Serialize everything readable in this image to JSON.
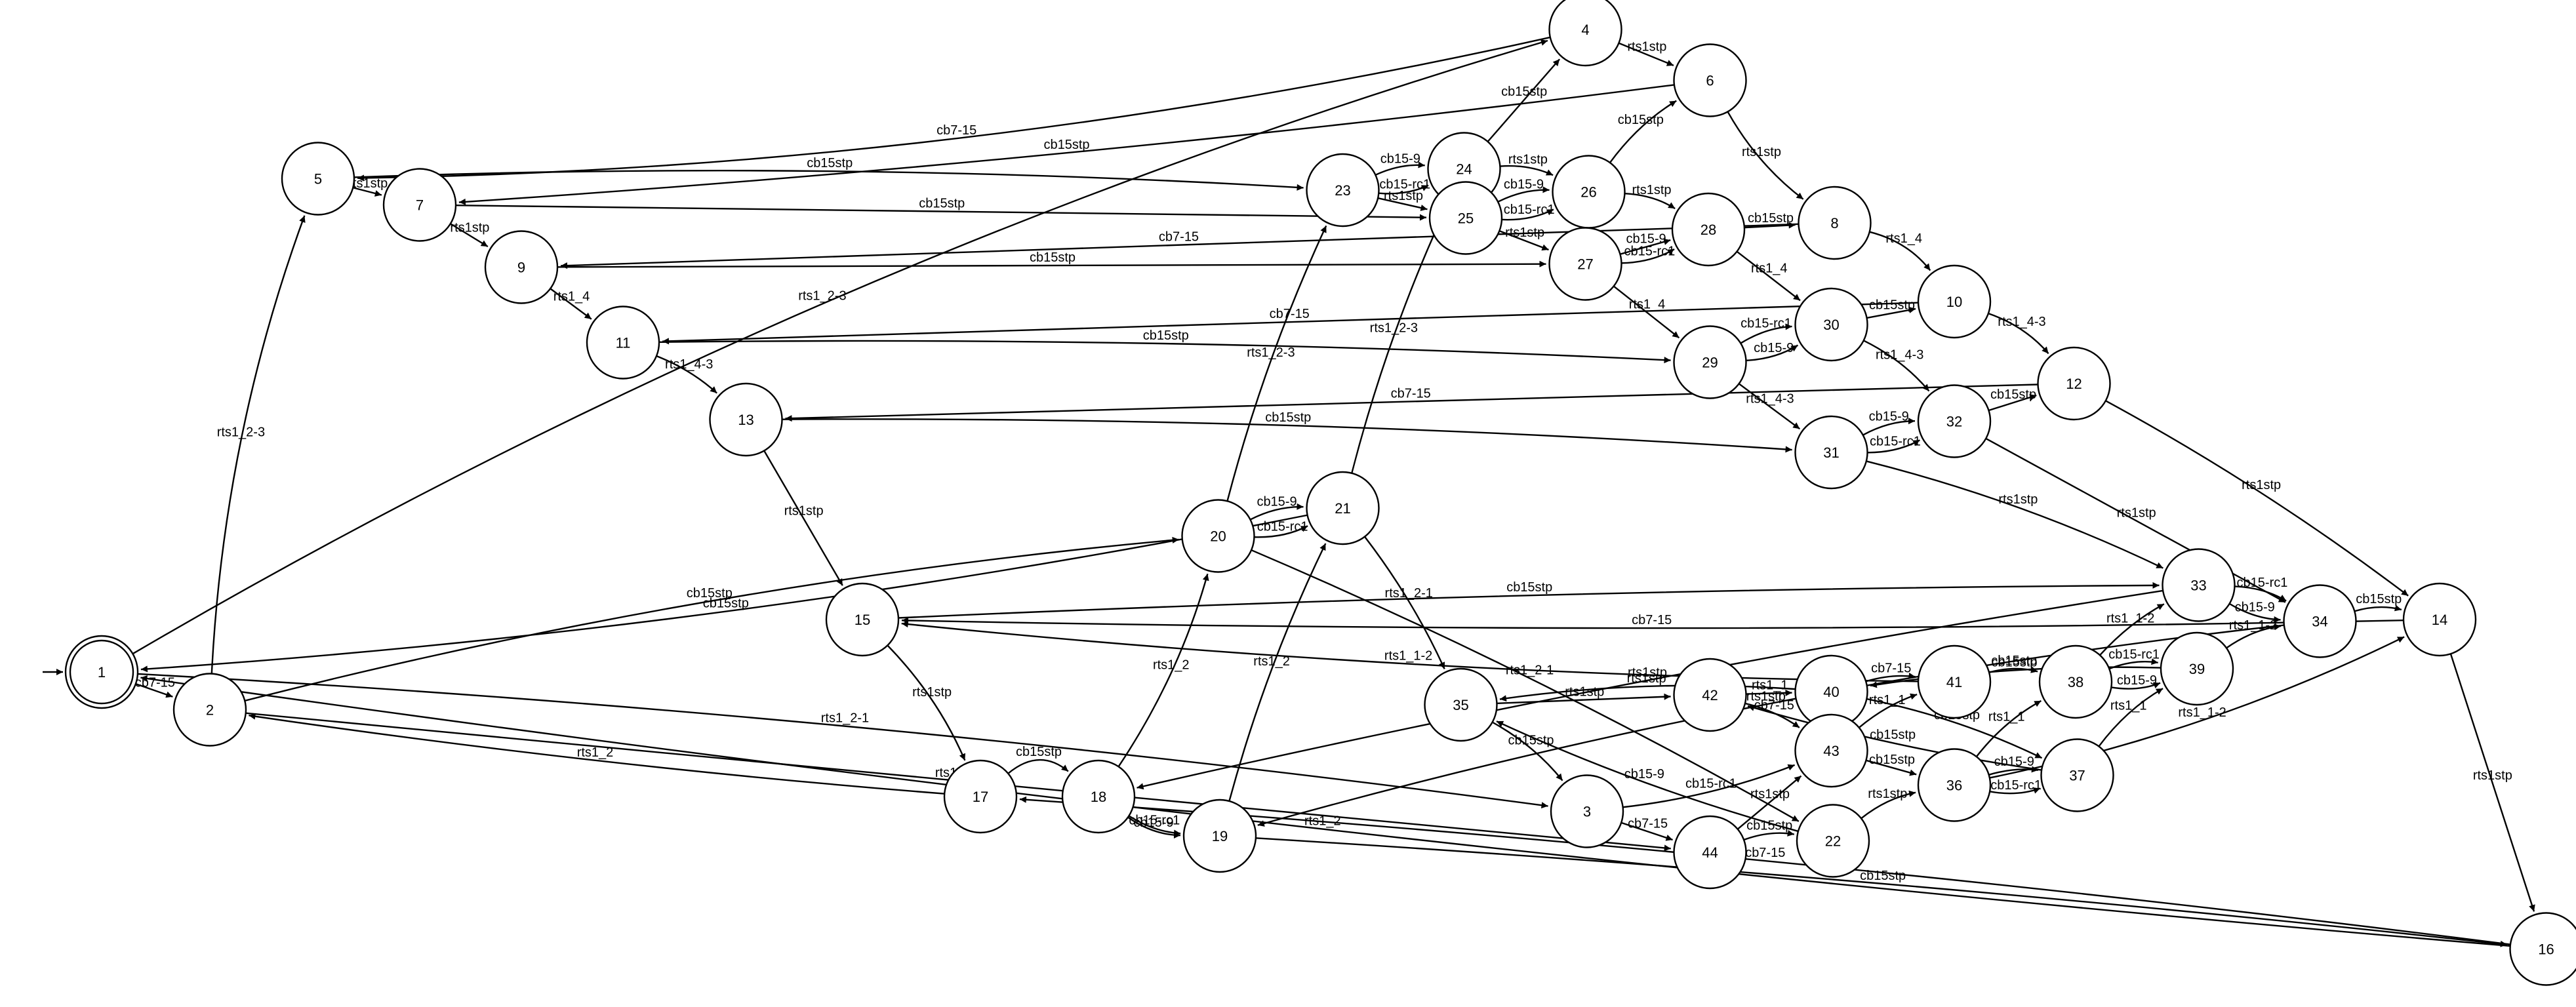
{
  "nodes": [
    "1",
    "2",
    "3",
    "4",
    "5",
    "6",
    "7",
    "8",
    "9",
    "10",
    "11",
    "12",
    "13",
    "14",
    "15",
    "16",
    "17",
    "18",
    "19",
    "20",
    "21",
    "22",
    "23",
    "24",
    "25",
    "26",
    "27",
    "28",
    "29",
    "30",
    "31",
    "32",
    "33",
    "34",
    "35",
    "36",
    "37",
    "38",
    "39",
    "40",
    "41",
    "42",
    "43",
    "44"
  ],
  "initial_state": "1",
  "final_states": [
    "1"
  ],
  "edges": [
    {
      "from": "1",
      "to": "2",
      "label": "cb7-15"
    },
    {
      "from": "1",
      "to": "4",
      "label": "rts1_2-3"
    },
    {
      "from": "1",
      "to": "3",
      "label": "rts1_2-1"
    },
    {
      "from": "2",
      "to": "5",
      "label": "rts1_2-3"
    },
    {
      "from": "2",
      "to": "20",
      "label": "cb15stp"
    },
    {
      "from": "2",
      "to": "44",
      "label": "rts1_2-1"
    },
    {
      "from": "4",
      "to": "5",
      "label": "cb7-15"
    },
    {
      "from": "4",
      "to": "6",
      "label": "rts1stp"
    },
    {
      "from": "5",
      "to": "7",
      "label": "rts1stp"
    },
    {
      "from": "5",
      "to": "23",
      "label": "cb15stp"
    },
    {
      "from": "6",
      "to": "7",
      "label": "cb15stp"
    },
    {
      "from": "6",
      "to": "8",
      "label": "rts1stp"
    },
    {
      "from": "7",
      "to": "9",
      "label": "rts1stp"
    },
    {
      "from": "7",
      "to": "25",
      "label": "cb15stp"
    },
    {
      "from": "8",
      "to": "9",
      "label": "cb7-15"
    },
    {
      "from": "8",
      "to": "10",
      "label": "rts1_4"
    },
    {
      "from": "9",
      "to": "11",
      "label": "rts1_4"
    },
    {
      "from": "9",
      "to": "27",
      "label": "cb15stp"
    },
    {
      "from": "10",
      "to": "11",
      "label": "cb7-15"
    },
    {
      "from": "10",
      "to": "12",
      "label": "rts1_4-3"
    },
    {
      "from": "11",
      "to": "13",
      "label": "rts1_4-3"
    },
    {
      "from": "11",
      "to": "29",
      "label": "cb15stp"
    },
    {
      "from": "12",
      "to": "13",
      "label": "cb7-15"
    },
    {
      "from": "12",
      "to": "14",
      "label": "rts1stp"
    },
    {
      "from": "13",
      "to": "15",
      "label": "rts1stp"
    },
    {
      "from": "13",
      "to": "31",
      "label": "cb15stp"
    },
    {
      "from": "14",
      "to": "15",
      "label": "cb7-15"
    },
    {
      "from": "14",
      "to": "16",
      "label": "rts1stp"
    },
    {
      "from": "15",
      "to": "17",
      "label": "rts1stp"
    },
    {
      "from": "15",
      "to": "33",
      "label": "cb15stp"
    },
    {
      "from": "16",
      "to": "17",
      "label": "cb7-15"
    },
    {
      "from": "16",
      "to": "1",
      "label": "rts1_2"
    },
    {
      "from": "17",
      "to": "2",
      "label": "rts1_2"
    },
    {
      "from": "17",
      "to": "18",
      "label": "cb15stp"
    },
    {
      "from": "18",
      "to": "19",
      "label": "cb15-9"
    },
    {
      "from": "18",
      "to": "19",
      "label": "cb15-rc1"
    },
    {
      "from": "18",
      "to": "20",
      "label": "rts1_2"
    },
    {
      "from": "19",
      "to": "21",
      "label": "rts1_2"
    },
    {
      "from": "19",
      "to": "16",
      "label": "cb15stp"
    },
    {
      "from": "20",
      "to": "21",
      "label": "cb15-9"
    },
    {
      "from": "20",
      "to": "21",
      "label": "cb15-rc1"
    },
    {
      "from": "20",
      "to": "23",
      "label": "rts1_2-3"
    },
    {
      "from": "20",
      "to": "22",
      "label": "rts1_2-1"
    },
    {
      "from": "21",
      "to": "1",
      "label": "cb15stp"
    },
    {
      "from": "21",
      "to": "24",
      "label": "rts1_2-3"
    },
    {
      "from": "21",
      "to": "35",
      "label": "rts1_2-1"
    },
    {
      "from": "22",
      "to": "35",
      "label": "cb15-9"
    },
    {
      "from": "22",
      "to": "36",
      "label": "rts1stp"
    },
    {
      "from": "23",
      "to": "24",
      "label": "cb15-9"
    },
    {
      "from": "23",
      "to": "24",
      "label": "cb15-rc1"
    },
    {
      "from": "23",
      "to": "25",
      "label": "rts1stp"
    },
    {
      "from": "24",
      "to": "4",
      "label": "cb15stp"
    },
    {
      "from": "24",
      "to": "26",
      "label": "rts1stp"
    },
    {
      "from": "25",
      "to": "26",
      "label": "cb15-9"
    },
    {
      "from": "25",
      "to": "26",
      "label": "cb15-rc1"
    },
    {
      "from": "25",
      "to": "27",
      "label": "rts1stp"
    },
    {
      "from": "26",
      "to": "6",
      "label": "cb15stp"
    },
    {
      "from": "26",
      "to": "28",
      "label": "rts1stp"
    },
    {
      "from": "27",
      "to": "28",
      "label": "cb15-rc1"
    },
    {
      "from": "27",
      "to": "28",
      "label": "cb15-9"
    },
    {
      "from": "27",
      "to": "29",
      "label": "rts1_4"
    },
    {
      "from": "28",
      "to": "8",
      "label": "cb15stp"
    },
    {
      "from": "28",
      "to": "30",
      "label": "rts1_4"
    },
    {
      "from": "29",
      "to": "30",
      "label": "cb15-rc1"
    },
    {
      "from": "29",
      "to": "30",
      "label": "cb15-9"
    },
    {
      "from": "29",
      "to": "31",
      "label": "rts1_4-3"
    },
    {
      "from": "30",
      "to": "10",
      "label": "cb15stp"
    },
    {
      "from": "30",
      "to": "32",
      "label": "rts1_4-3"
    },
    {
      "from": "31",
      "to": "32",
      "label": "cb15-9"
    },
    {
      "from": "31",
      "to": "32",
      "label": "cb15-rc1"
    },
    {
      "from": "31",
      "to": "33",
      "label": "rts1stp"
    },
    {
      "from": "32",
      "to": "12",
      "label": "cb15stp"
    },
    {
      "from": "32",
      "to": "34",
      "label": "rts1stp"
    },
    {
      "from": "33",
      "to": "34",
      "label": "cb15-rc1"
    },
    {
      "from": "33",
      "to": "34",
      "label": "cb15-9"
    },
    {
      "from": "33",
      "to": "18",
      "label": "rts1stp"
    },
    {
      "from": "34",
      "to": "14",
      "label": "cb15stp"
    },
    {
      "from": "34",
      "to": "19",
      "label": "rts1stp"
    },
    {
      "from": "35",
      "to": "42",
      "label": "rts1stp"
    },
    {
      "from": "35",
      "to": "3",
      "label": "cb15stp"
    },
    {
      "from": "3",
      "to": "43",
      "label": "cb15-rc1"
    },
    {
      "from": "3",
      "to": "44",
      "label": "cb7-15"
    },
    {
      "from": "44",
      "to": "43",
      "label": "rts1stp"
    },
    {
      "from": "44",
      "to": "22",
      "label": "cb15stp"
    },
    {
      "from": "42",
      "to": "40",
      "label": "rts1_1"
    },
    {
      "from": "42",
      "to": "43",
      "label": "cb7-15"
    },
    {
      "from": "43",
      "to": "41",
      "label": "rts1_1"
    },
    {
      "from": "43",
      "to": "36",
      "label": "cb15stp"
    },
    {
      "from": "40",
      "to": "41",
      "label": "cb7-15"
    },
    {
      "from": "40",
      "to": "37",
      "label": "cb15stp"
    },
    {
      "from": "41",
      "to": "38",
      "label": "cb15stp"
    },
    {
      "from": "41",
      "to": "15",
      "label": "rts1_1-2"
    },
    {
      "from": "36",
      "to": "37",
      "label": "cb15-9"
    },
    {
      "from": "36",
      "to": "37",
      "label": "cb15-rc1"
    },
    {
      "from": "36",
      "to": "38",
      "label": "rts1_1"
    },
    {
      "from": "37",
      "to": "39",
      "label": "rts1_1"
    },
    {
      "from": "37",
      "to": "42",
      "label": "cb15stp"
    },
    {
      "from": "38",
      "to": "39",
      "label": "cb15-9"
    },
    {
      "from": "38",
      "to": "39",
      "label": "cb15-rc1"
    },
    {
      "from": "38",
      "to": "33",
      "label": "rts1_1-2"
    },
    {
      "from": "39",
      "to": "34",
      "label": "rts1_1-2"
    },
    {
      "from": "39",
      "to": "40",
      "label": "cb15stp"
    },
    {
      "from": "40",
      "to": "35",
      "label": "rts1stp"
    },
    {
      "from": "36",
      "to": "14",
      "label": "rts1_1-2"
    }
  ]
}
